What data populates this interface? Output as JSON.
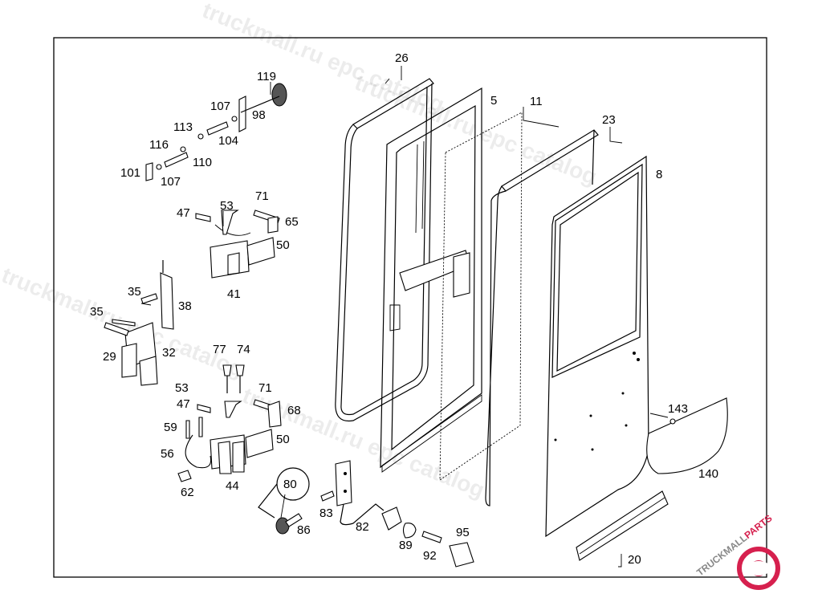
{
  "watermark": {
    "text1": "truckmall.ru epc catalog",
    "text2": "truckmall.ru epc catalog",
    "text3": "truckmall.ru epc catalog",
    "text4": "truckmall.ru epc catalog"
  },
  "logo": {
    "text_prefix": "TRUCKMALL",
    "text_suffix": "PARTS",
    "color_main": "#888888",
    "color_accent": "#d6204e"
  },
  "callouts": {
    "c26": "26",
    "c5": "5",
    "c11": "11",
    "c23": "23",
    "c8": "8",
    "c119": "119",
    "c107a": "107",
    "c98": "98",
    "c113": "113",
    "c104": "104",
    "c116": "116",
    "c110": "110",
    "c101": "101",
    "c107b": "107",
    "c47a": "47",
    "c53a": "53",
    "c71a": "71",
    "c65": "65",
    "c50a": "50",
    "c41": "41",
    "c35a": "35",
    "c38": "38",
    "c35b": "35",
    "c29": "29",
    "c32": "32",
    "c77": "77",
    "c74": "74",
    "c53b": "53",
    "c71b": "71",
    "c47b": "47",
    "c68": "68",
    "c59": "59",
    "c56": "56",
    "c50b": "50",
    "c44": "44",
    "c62": "62",
    "c80": "80",
    "c83": "83",
    "c86": "86",
    "c82": "82",
    "c89": "89",
    "c92": "92",
    "c95": "95",
    "c143": "143",
    "c140": "140",
    "c20": "20"
  }
}
